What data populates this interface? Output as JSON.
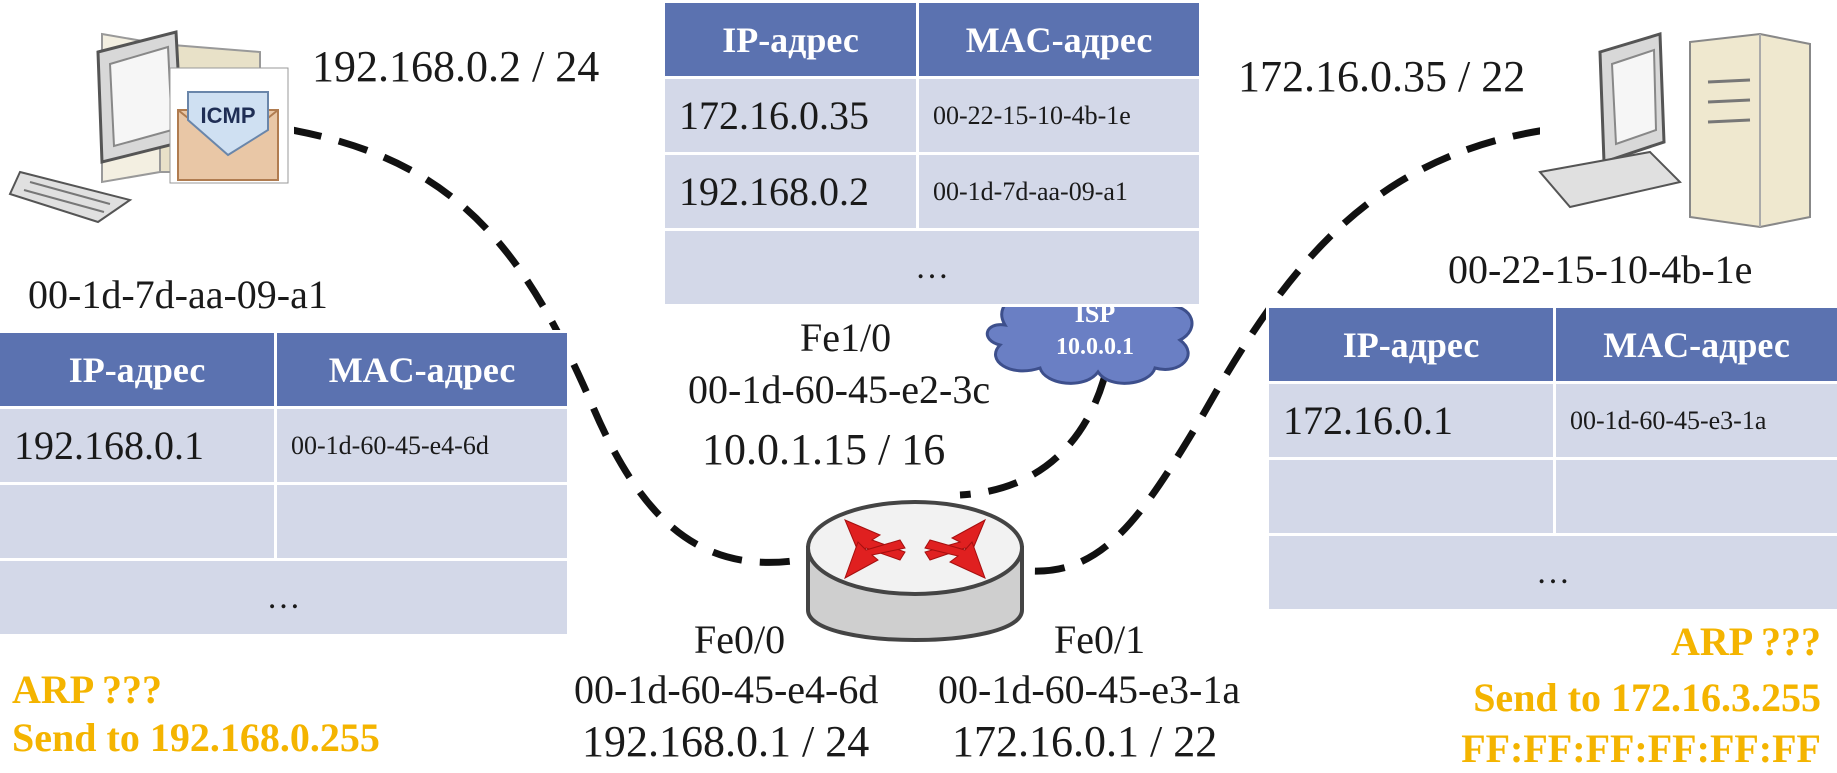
{
  "table_headers": {
    "ip": "IP-адрес",
    "mac": "MAC-адрес"
  },
  "left_pc": {
    "ip": "192.168.0.2 / 24",
    "mac": "00-1d-7d-aa-09-a1",
    "icmp_label": "ICMP",
    "arp_table": [
      {
        "ip": "192.168.0.1",
        "mac": "00-1d-60-45-e4-6d"
      },
      {
        "ip": "",
        "mac": ""
      }
    ],
    "ellipsis": "…",
    "arp_query": "ARP ???",
    "send_to": "Send to 192.168.0.255"
  },
  "right_pc": {
    "ip": "172.16.0.35 / 22",
    "mac": "00-22-15-10-4b-1e",
    "arp_table": [
      {
        "ip": "172.16.0.1",
        "mac": "00-1d-60-45-e3-1a"
      },
      {
        "ip": "",
        "mac": ""
      }
    ],
    "ellipsis": "…",
    "arp_query": "ARP ???",
    "send_to": "Send to 172.16.3.255",
    "broadcast_mac": "FF:FF:FF:FF:FF:FF"
  },
  "router": {
    "arp_table": [
      {
        "ip": "172.16.0.35",
        "mac": "00-22-15-10-4b-1e"
      },
      {
        "ip": "192.168.0.2",
        "mac": "00-1d-7d-aa-09-a1"
      }
    ],
    "ellipsis": "…",
    "fe1_0": {
      "name": "Fe1/0",
      "mac": "00-1d-60-45-e2-3c",
      "ip": "10.0.1.15 / 16"
    },
    "fe0_0": {
      "name": "Fe0/0",
      "mac": "00-1d-60-45-e4-6d",
      "ip": "192.168.0.1 / 24"
    },
    "fe0_1": {
      "name": "Fe0/1",
      "mac": "00-1d-60-45-e3-1a",
      "ip": "172.16.0.1 / 22"
    }
  },
  "isp": {
    "name": "ISP",
    "ip": "10.0.0.1"
  },
  "colors": {
    "header": "#5b72b0",
    "cell": "#d3d8e8",
    "arp_text": "#f4b400",
    "cloud": "#6a7fc4",
    "arrow": "#e02020"
  }
}
